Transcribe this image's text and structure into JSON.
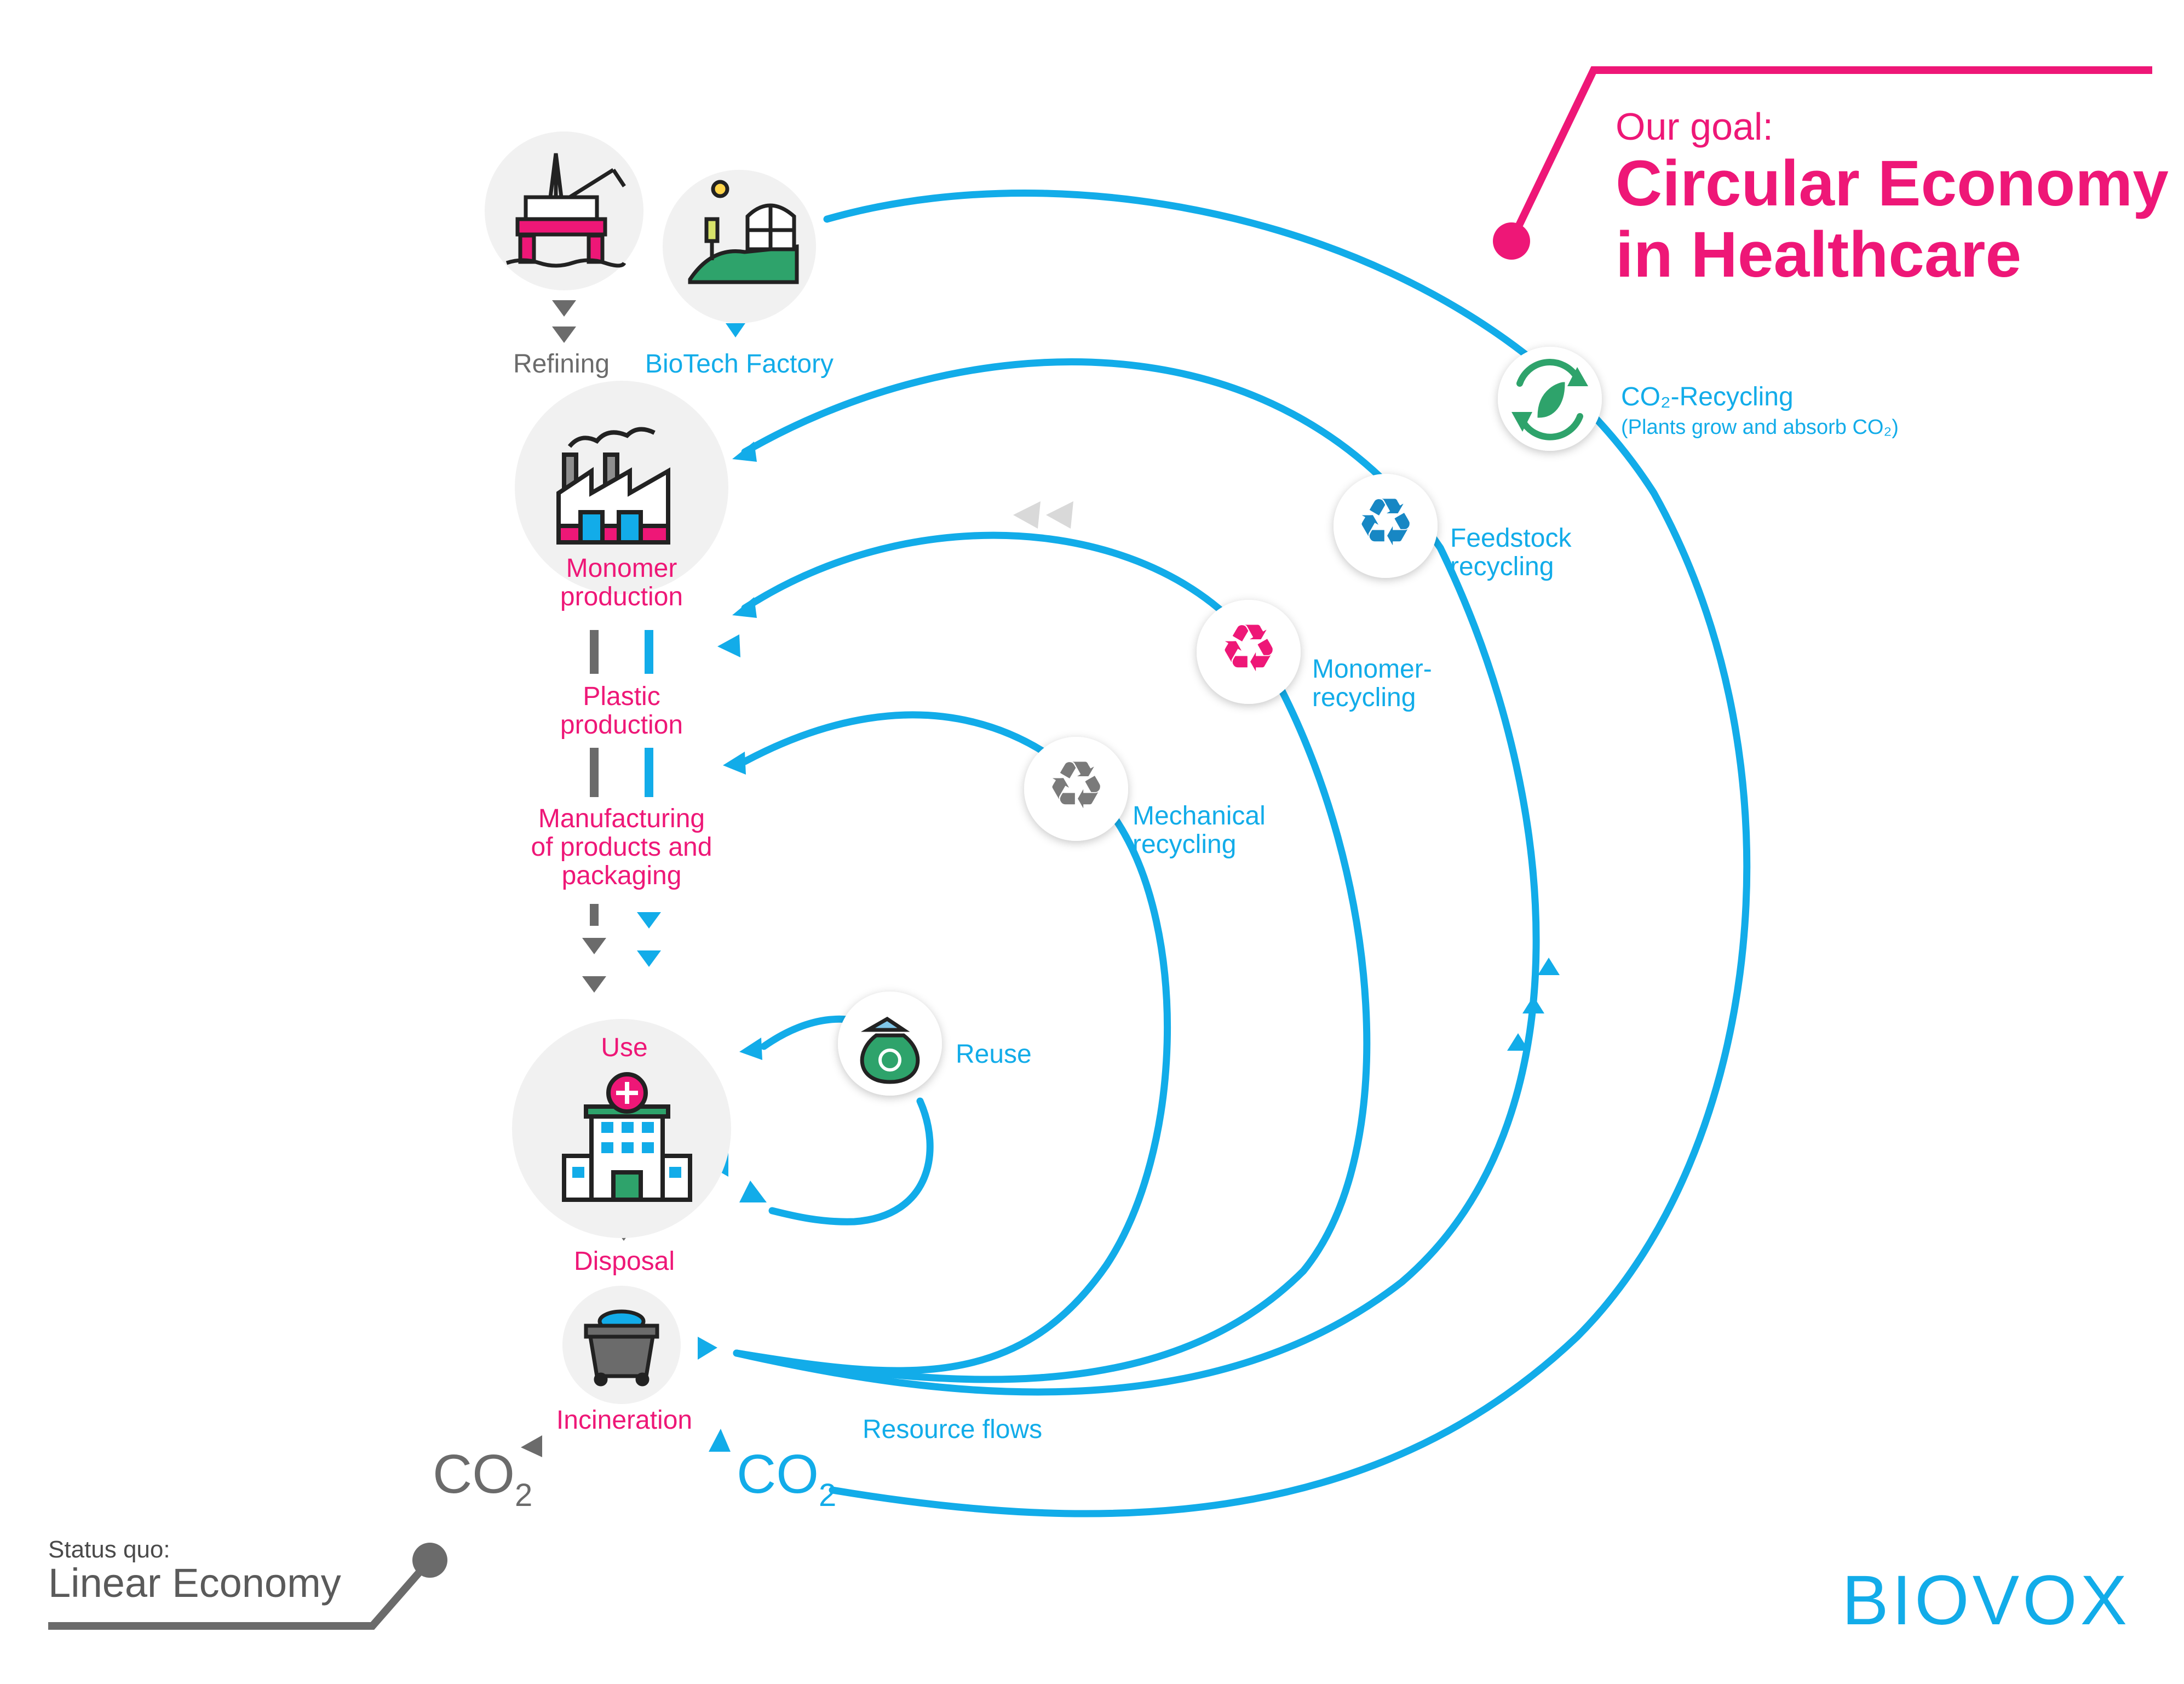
{
  "colors": {
    "blue": "#12ACE9",
    "pink": "#EE1777",
    "gray": "#6B6B6B",
    "node_bg": "#F1F1F1",
    "green": "#2EA36B"
  },
  "goal": {
    "pretitle": "Our goal:",
    "title_line1": "Circular Economy",
    "title_line2": "in Healthcare"
  },
  "status": {
    "pretitle": "Status quo:",
    "title": "Linear Economy"
  },
  "logo": {
    "text": "BIOVOX"
  },
  "nodes": {
    "oil_rig": {
      "icon": "oil-rig-icon"
    },
    "biotech": {
      "icon": "biotech-greenhouse-icon"
    },
    "factory": {
      "icon": "factory-icon"
    },
    "hospital": {
      "icon": "hospital-icon"
    },
    "bin": {
      "icon": "waste-bin-icon"
    },
    "co2_recycling": {
      "icon": "co2-cycle-leaf-icon"
    },
    "feedstock": {
      "icon": "recycle-blue-icon"
    },
    "monomer_rec": {
      "icon": "recycle-pink-icon"
    },
    "mechanical": {
      "icon": "recycle-gray-icon"
    },
    "reuse": {
      "icon": "reuse-bag-icon"
    }
  },
  "labels": {
    "refining": "Refining",
    "biotech": "BioTech Factory",
    "monomer_l1": "Monomer",
    "monomer_l2": "production",
    "plastic_l1": "Plastic",
    "plastic_l2": "production",
    "manuf_l1": "Manufacturing",
    "manuf_l2": "of products and",
    "manuf_l3": "packaging",
    "use": "Use",
    "disposal": "Disposal",
    "incineration": "Incineration",
    "co2_recycling_title": "CO₂-Recycling",
    "co2_recycling_sub": "(Plants grow and absorb CO₂)",
    "feedstock_l1": "Feedstock",
    "feedstock_l2": "recycling",
    "monomer_rec_l1": "Monomer-",
    "monomer_rec_l2": "recycling",
    "mechanical_l1": "Mechanical",
    "mechanical_l2": "recycling",
    "reuse": "Reuse",
    "resource_flows": "Resource flows",
    "co2_gray_main": "CO",
    "co2_gray_sub": "2",
    "co2_blue_main": "CO",
    "co2_blue_sub": "2"
  }
}
